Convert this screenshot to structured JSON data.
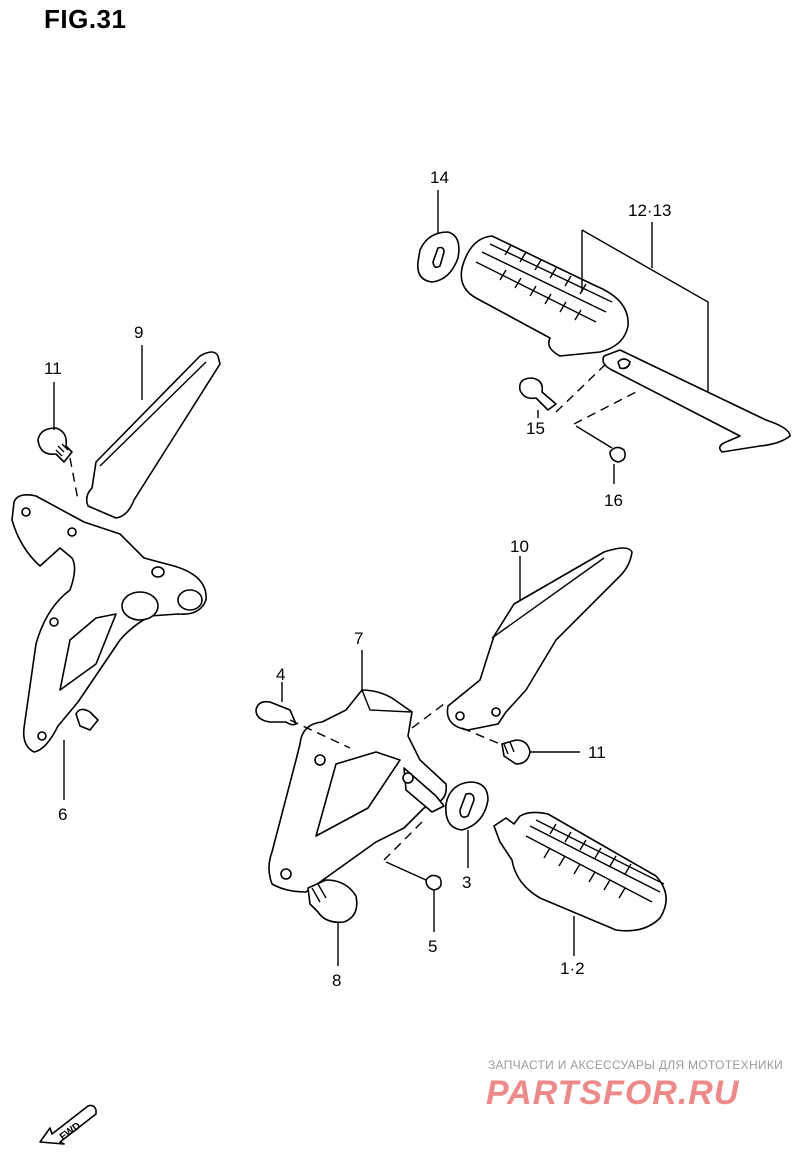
{
  "figure": {
    "title": "FIG.31"
  },
  "callouts": {
    "p1_2": "1·2",
    "p3": "3",
    "p4": "4",
    "p5": "5",
    "p6": "6",
    "p7": "7",
    "p8": "8",
    "p9": "9",
    "p10": "10",
    "p11_upper": "11",
    "p11_lower": "11",
    "p12_13": "12·13",
    "p14": "14",
    "p15": "15",
    "p16": "16"
  },
  "fwd_arrow": {
    "label": "FWD",
    "icon": "fwd-arrow-icon"
  },
  "watermark": {
    "subtitle": "ЗАПЧАСТИ И АКСЕССУАРЫ ДЛЯ МОТОТЕХНИКИ",
    "logo": "PARTSFOR.RU",
    "color": "#ec8a8a"
  }
}
